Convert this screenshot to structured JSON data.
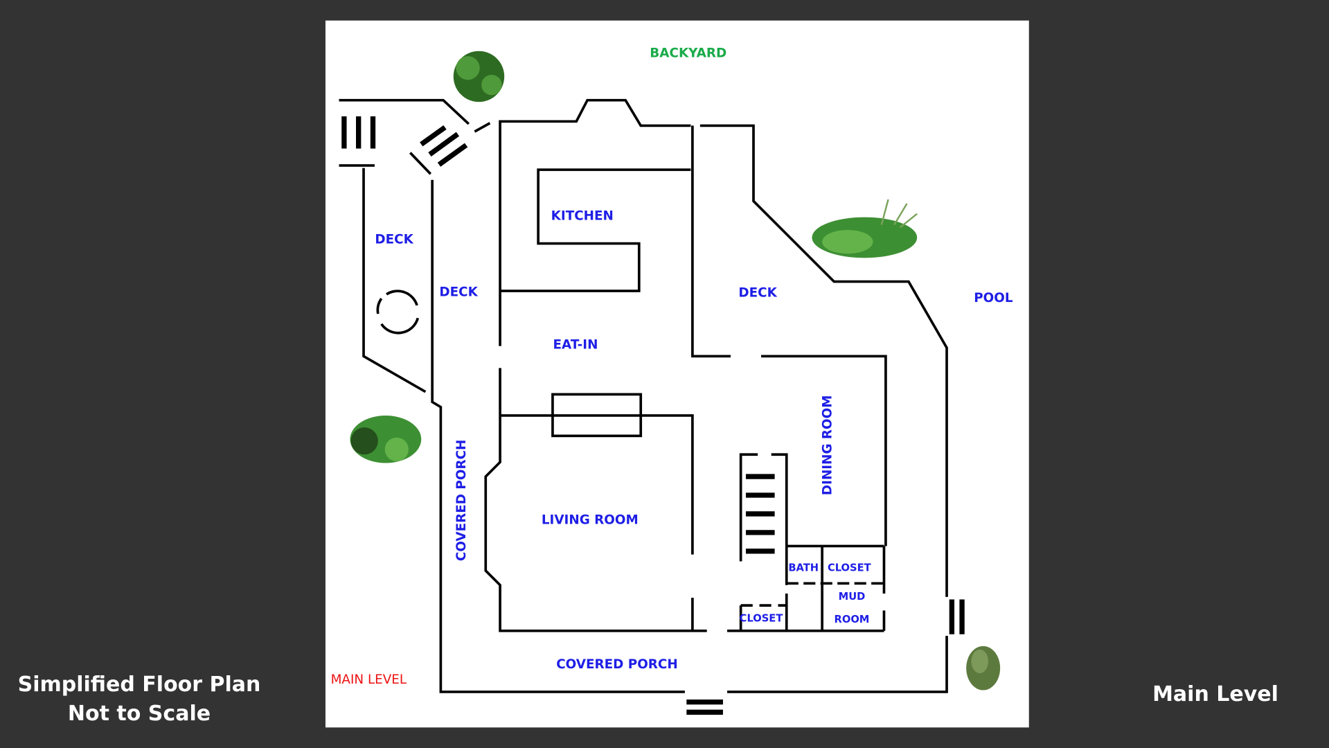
{
  "caption_left": {
    "line1": "Simplified Floor Plan",
    "line2": "Not to Scale"
  },
  "caption_right": "Main Level",
  "plan": {
    "backyard": "BACKYARD",
    "main_level": "MAIN LEVEL",
    "rooms": {
      "deck_left": "DECK",
      "deck_middle": "DECK",
      "deck_right": "DECK",
      "kitchen": "KITCHEN",
      "pool": "POOL",
      "eat_in": "EAT-IN",
      "dining_room": "DINING ROOM",
      "covered_porch_side": "COVERED PORCH",
      "living_room": "LIVING ROOM",
      "bath": "BATH",
      "closet_upper": "CLOSET",
      "mud": "MUD",
      "room": "ROOM",
      "closet_lower": "CLOSET",
      "covered_porch_front": "COVERED PORCH"
    }
  },
  "colors": {
    "background": "#333333",
    "room_label": "#1e1ee6",
    "backyard": "#1aab4a",
    "main_level": "#ee1111"
  }
}
